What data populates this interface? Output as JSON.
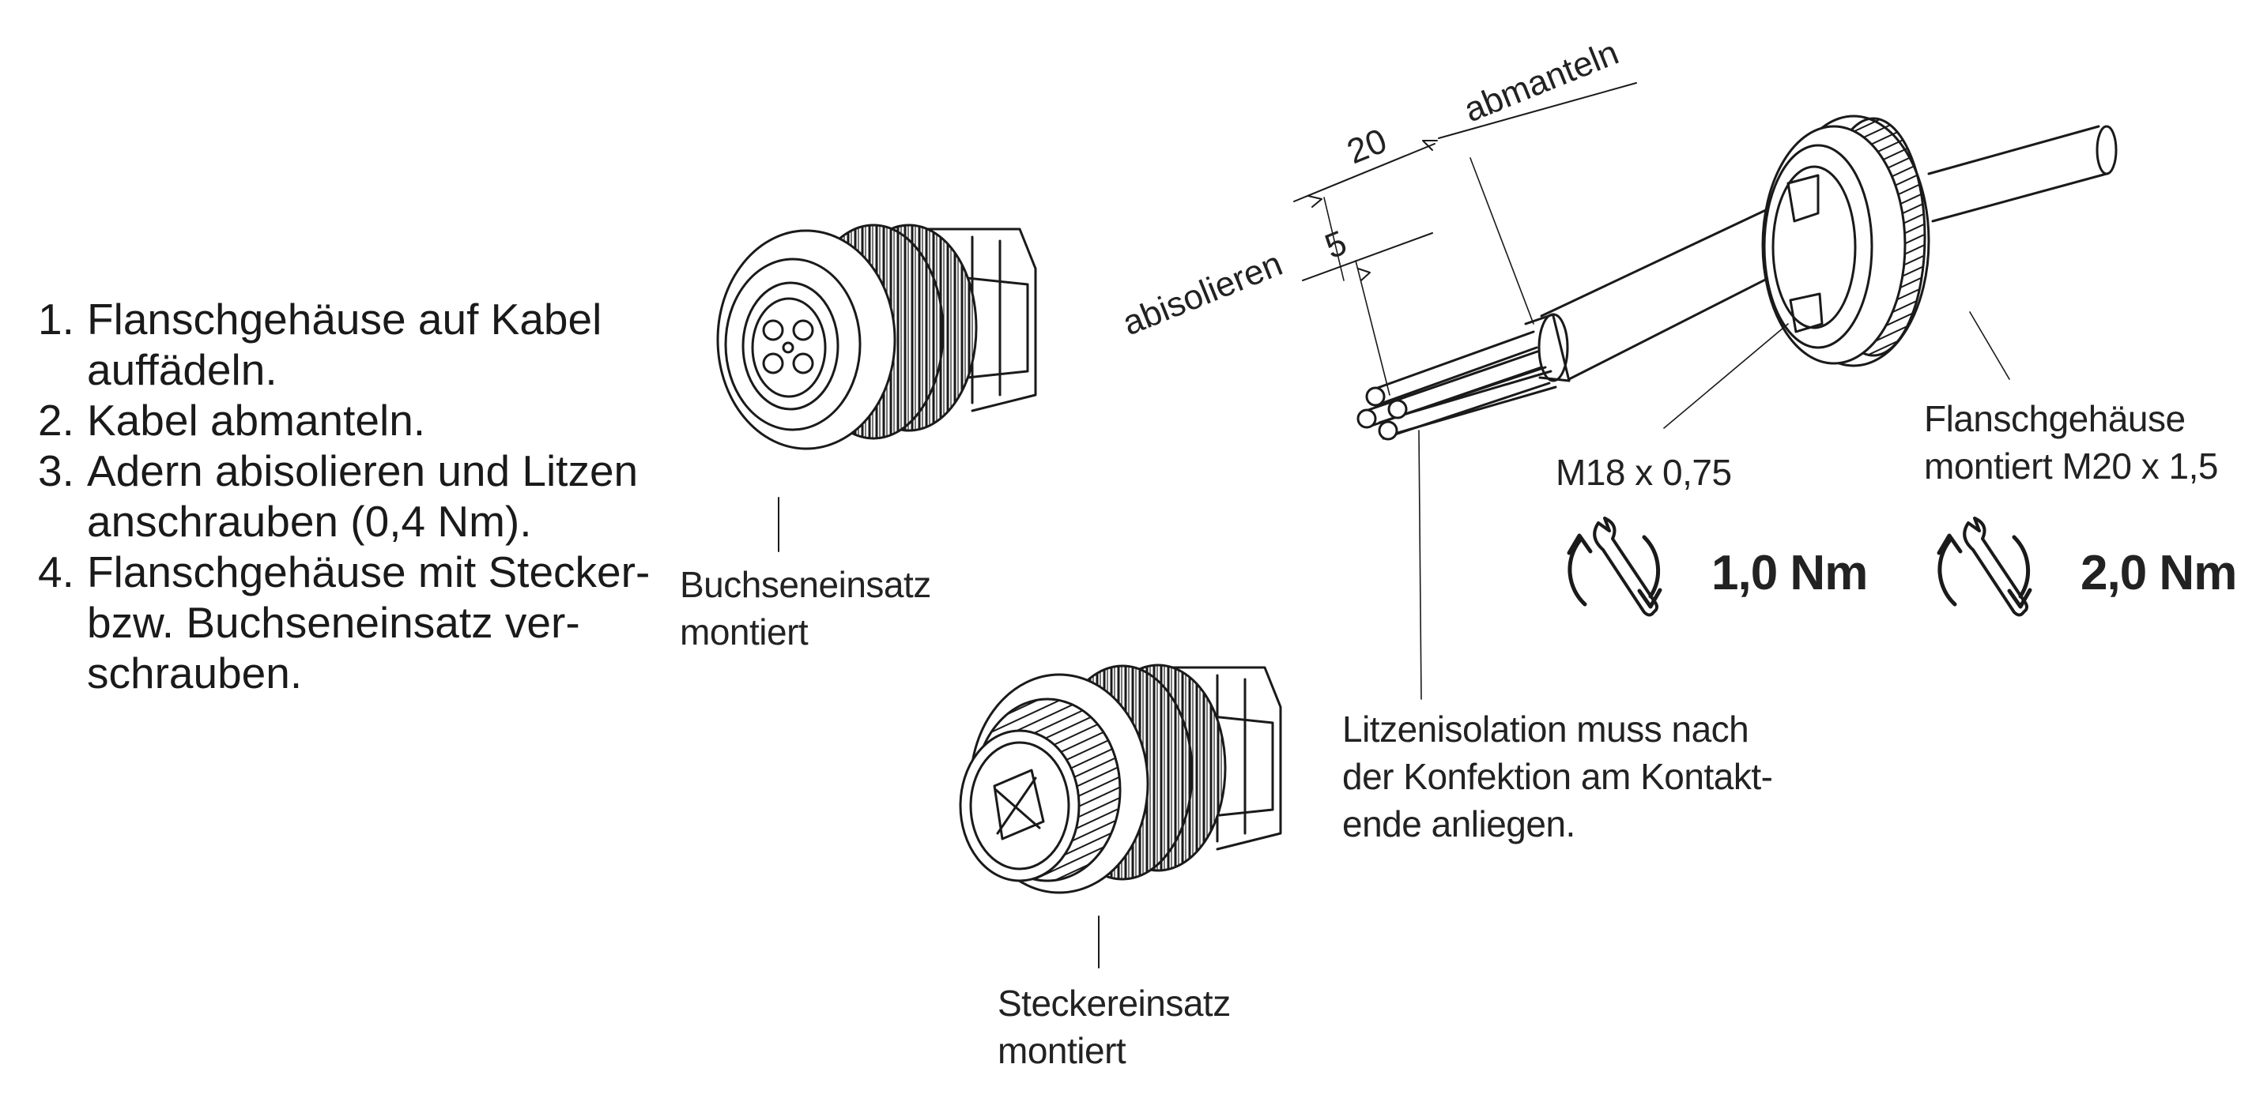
{
  "steps": [
    {
      "number": "1.",
      "text": "Flanschgehäuse auf Kabel\nauffädeln."
    },
    {
      "number": "2.",
      "text": "Kabel abmanteln."
    },
    {
      "number": "3.",
      "text": "Adern abisolieren und Litzen\nanschrauben (0,4 Nm)."
    },
    {
      "number": "4.",
      "text": "Flanschgehäuse mit Stecker-\nbzw. Buchseneinsatz ver-\nschrauben."
    }
  ],
  "labels": {
    "socket_insert": "Buchseneinsatz\nmontiert",
    "plug_insert": "Steckereinsatz\nmontiert",
    "strip_insulation": "abisolieren",
    "strip_jacket": "abmanteln",
    "dim_20": "20",
    "dim_5": "5",
    "thread_m18": "M18 x 0,75",
    "flange_housing": "Flanschgehäuse\nmontiert M20 x 1,5",
    "strand_note": "Litzenisolation muss nach\nder Konfektion am Kontakt-\nende anliegen."
  },
  "torques": [
    {
      "icon": "wrench-rotate-icon",
      "value": "1,0 Nm"
    },
    {
      "icon": "wrench-rotate-icon",
      "value": "2,0 Nm"
    }
  ],
  "colors": {
    "line": "#1a1a1a",
    "text": "#222222",
    "background": "#ffffff"
  }
}
